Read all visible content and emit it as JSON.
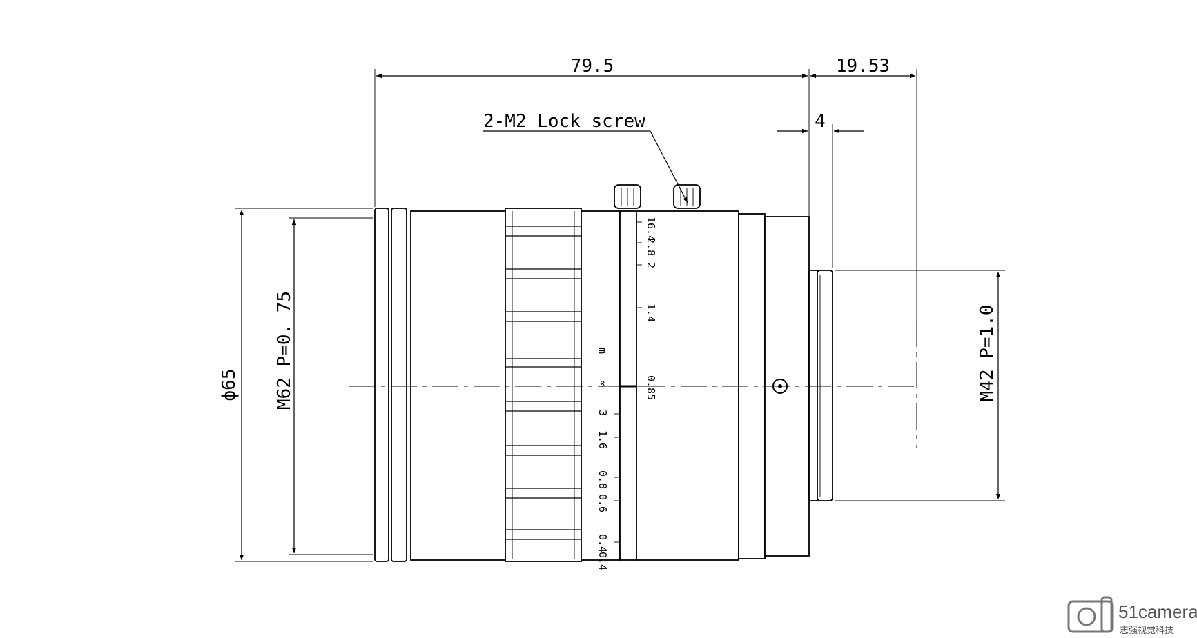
{
  "dimensions": {
    "overall_length": "79.5",
    "flange_depth": "19.53",
    "mount_step": "4",
    "outer_diameter": "ф65",
    "filter_thread": "M62 P=0. 75",
    "mount_thread": "M42 P=1.0"
  },
  "annotation": {
    "lock_screw": "2-M2 Lock screw"
  },
  "iris_scale": [
    "16.4",
    "2.8",
    "2",
    "1.4",
    "0.85"
  ],
  "focus_scale": {
    "unit": "m",
    "values": [
      "∞",
      "3",
      "1.6",
      "0.8",
      "0.6",
      "0.4",
      "0.4"
    ]
  },
  "watermark": {
    "brand": "51camera",
    "subtitle": "志强视觉科技"
  }
}
